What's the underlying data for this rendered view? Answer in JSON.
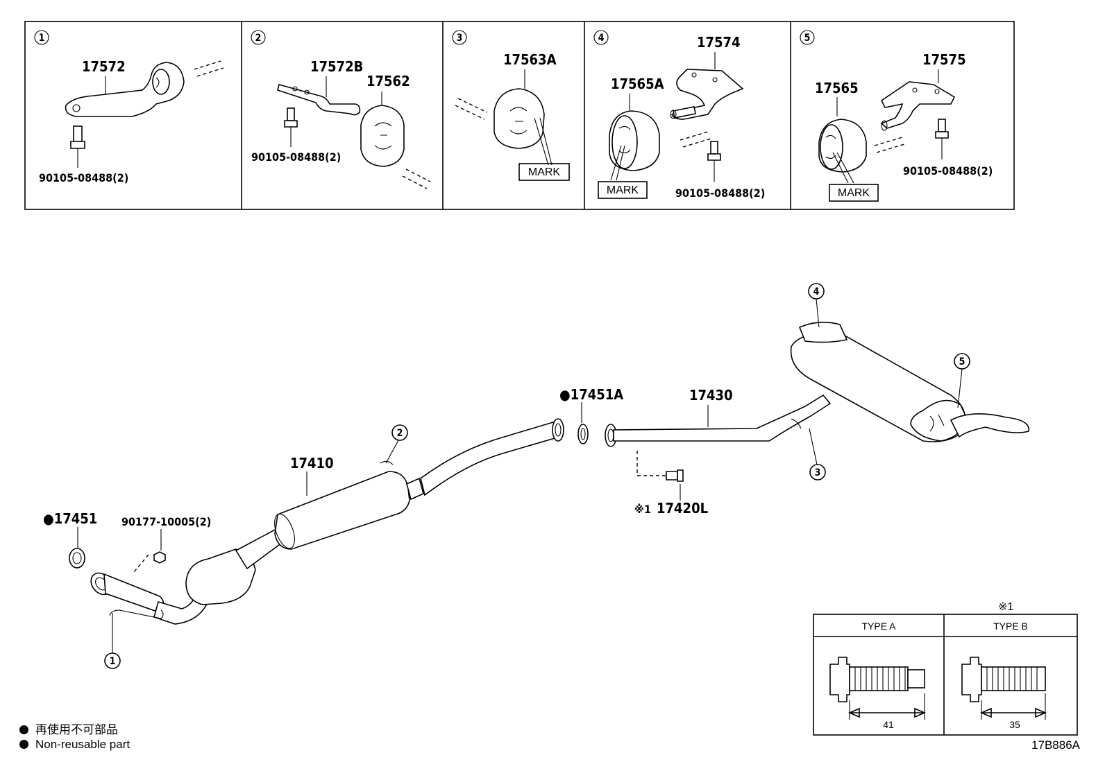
{
  "panels": [
    {
      "num": "1",
      "part": "17572",
      "bolt": "90105-08488(2)"
    },
    {
      "num": "2",
      "part_a": "17572B",
      "part_b": "17562",
      "bolt": "90105-08488(2)"
    },
    {
      "num": "3",
      "part": "17563A",
      "mark": "MARK"
    },
    {
      "num": "4",
      "part_a": "17574",
      "part_b": "17565A",
      "mark": "MARK",
      "bolt": "90105-08488(2)"
    },
    {
      "num": "5",
      "part_a": "17575",
      "part_b": "17565",
      "mark": "MARK",
      "bolt": "90105-08488(2)"
    }
  ],
  "main": {
    "gasket_front": "●17451",
    "front_pipe": "17410",
    "nut": "90177-10005(2)",
    "gasket_center": "●17451A",
    "tail_pipe": "17430",
    "bolt_note": "※1",
    "bolt": "17420L",
    "callouts": [
      "1",
      "2",
      "3",
      "4",
      "5"
    ]
  },
  "bolt_table": {
    "note": "※1",
    "type_a": "TYPE A",
    "type_b": "TYPE B",
    "len_a": "41",
    "len_b": "35"
  },
  "legend": {
    "jp": "再使用不可部品",
    "en": "Non-reusable part"
  },
  "figure_code": "17B886A"
}
